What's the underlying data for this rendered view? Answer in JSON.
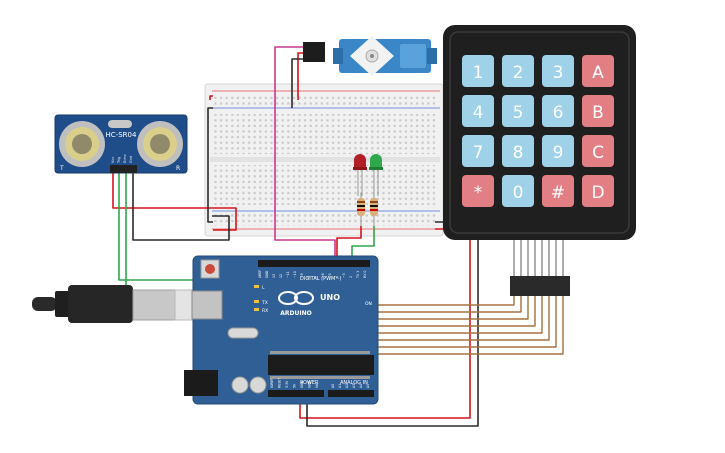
{
  "sensor": {
    "model": "HC-SR04",
    "pins": [
      "Vcc",
      "Trig",
      "Echo",
      "Gnd"
    ],
    "t_label": "T",
    "r_label": "R"
  },
  "arduino": {
    "brand": "ARDUINO",
    "model": "UNO",
    "digital_label": "DIGITAL (PWM~)",
    "power_label": "POWER",
    "analog_label": "ANALOG IN",
    "tx": "TX",
    "rx": "RX",
    "on": "ON",
    "l": "L",
    "digital_pins": [
      "AREF",
      "GND",
      "13",
      "12",
      "~11",
      "~10",
      "~9",
      "8",
      "7",
      "~6",
      "~5",
      "4",
      "~3",
      "2",
      "TX 1",
      "RX 0"
    ],
    "power_pins": [
      "IOREF",
      "RESET",
      "3.3V",
      "5V",
      "GND",
      "GND",
      "Vin"
    ],
    "analog_pins": [
      "A0",
      "A1",
      "A2",
      "A3",
      "A4",
      "A5"
    ]
  },
  "keypad": {
    "rows": [
      [
        {
          "k": "1",
          "t": "num"
        },
        {
          "k": "2",
          "t": "num"
        },
        {
          "k": "3",
          "t": "num"
        },
        {
          "k": "A",
          "t": "letter"
        }
      ],
      [
        {
          "k": "4",
          "t": "num"
        },
        {
          "k": "5",
          "t": "num"
        },
        {
          "k": "6",
          "t": "num"
        },
        {
          "k": "B",
          "t": "letter"
        }
      ],
      [
        {
          "k": "7",
          "t": "num"
        },
        {
          "k": "8",
          "t": "num"
        },
        {
          "k": "9",
          "t": "num"
        },
        {
          "k": "C",
          "t": "letter"
        }
      ],
      [
        {
          "k": "*",
          "t": "letter"
        },
        {
          "k": "0",
          "t": "num"
        },
        {
          "k": "#",
          "t": "letter"
        },
        {
          "k": "D",
          "t": "letter"
        }
      ]
    ]
  },
  "colors": {
    "wire_red": "#d4141c",
    "wire_black": "#2b2b2b",
    "wire_green": "#2fa84a",
    "wire_magenta": "#c8388f",
    "wire_brown": "#a5703f",
    "board_blue": "#2f5f94",
    "keypad_body": "#1f1f1f",
    "key_blue": "#9fd1e9",
    "key_red": "#e27f85",
    "servo_blue": "#3a86c7"
  }
}
